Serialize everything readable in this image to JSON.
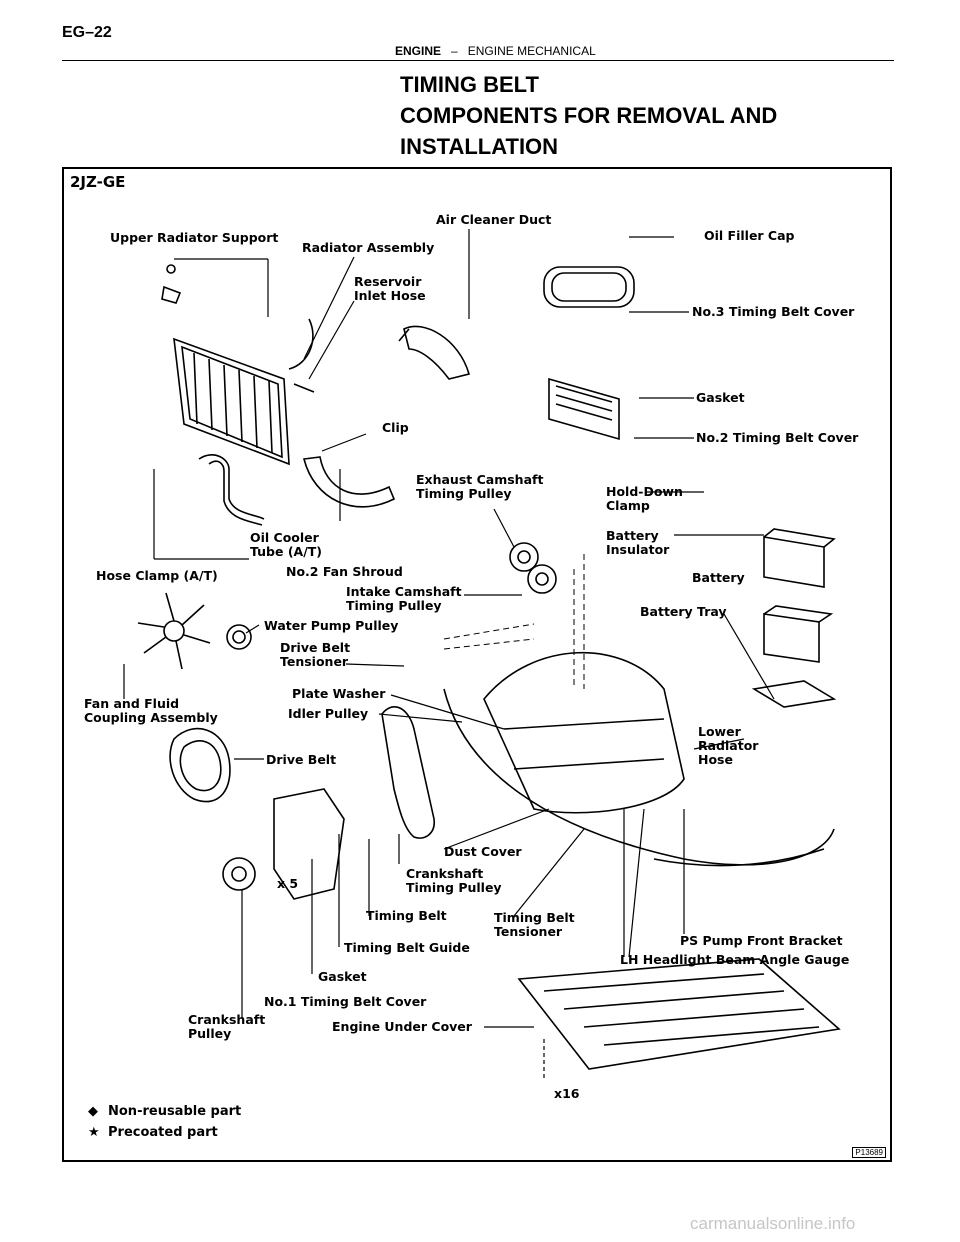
{
  "header": {
    "page_number": "EG–22",
    "section": "ENGINE",
    "separator": "–",
    "subsection": "ENGINE MECHANICAL"
  },
  "title": {
    "line1": "TIMING BELT",
    "line2": "COMPONENTS FOR REMOVAL AND",
    "line3": "INSTALLATION"
  },
  "figure": {
    "model": "2JZ-GE",
    "figure_id": "P13689",
    "labels": {
      "upper_radiator_support": "Upper Radiator Support",
      "radiator_assembly": "Radiator Assembly",
      "air_cleaner_duct": "Air Cleaner Duct",
      "oil_filler_cap": "Oil Filler Cap",
      "reservoir_inlet_hose": "Reservoir\nInlet Hose",
      "no3_cover": "No.3 Timing Belt Cover",
      "gasket_top": "Gasket",
      "no2_cover": "No.2 Timing Belt Cover",
      "clip": "Clip",
      "exhaust_pulley": "Exhaust Camshaft\nTiming Pulley",
      "hold_down_clamp": "Hold-Down\nClamp",
      "battery_insulator": "Battery\nInsulator",
      "oil_cooler_tube": "Oil Cooler\nTube (A/T)",
      "hose_clamp": "Hose Clamp (A/T)",
      "no2_fan_shroud": "No.2 Fan Shroud",
      "intake_pulley": "Intake Camshaft\nTiming Pulley",
      "battery": "Battery",
      "battery_tray": "Battery Tray",
      "water_pump_pulley": "Water Pump Pulley",
      "drive_belt_tensioner": "Drive Belt\nTensioner",
      "fan_coupling": "Fan and Fluid\nCoupling Assembly",
      "plate_washer": "Plate Washer",
      "idler_pulley": "Idler Pulley",
      "lower_radiator_hose": "Lower\nRadiator\nHose",
      "drive_belt": "Drive Belt",
      "dust_cover": "Dust Cover",
      "x5": "x 5",
      "crankshaft_timing_pulley": "Crankshaft\nTiming Pulley",
      "timing_belt": "Timing Belt",
      "timing_belt_tensioner": "Timing Belt\nTensioner",
      "ps_pump_bracket": "PS Pump Front Bracket",
      "timing_belt_guide": "Timing Belt Guide",
      "lh_headlight_gauge": "LH Headlight Beam Angle Gauge",
      "gasket_bottom": "Gasket",
      "no1_cover": "No.1 Timing Belt Cover",
      "crankshaft_pulley": "Crankshaft\nPulley",
      "engine_under_cover": "Engine Under Cover",
      "x16": "x16"
    },
    "legend": [
      {
        "symbol": "◆",
        "text": "Non-reusable part"
      },
      {
        "symbol": "★",
        "text": "Precoated part"
      }
    ]
  },
  "watermark": "carmanualsonline.info"
}
